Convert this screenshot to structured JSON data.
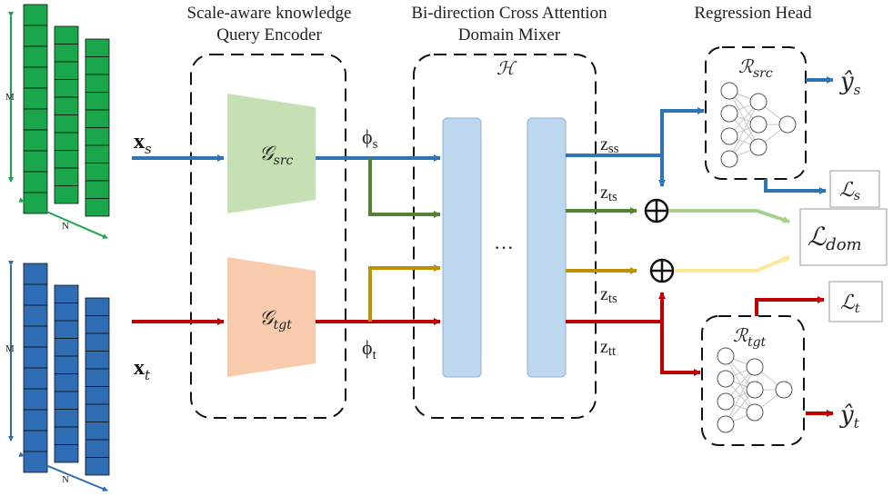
{
  "titles": {
    "encoder_line1": "Scale-aware knowledge",
    "encoder_line2": "Query Encoder",
    "mixer_line1": "Bi-direction Cross Attention",
    "mixer_line2": "Domain Mixer",
    "head": "Regression Head"
  },
  "matrix_labels": {
    "rows": "M",
    "cols": "N"
  },
  "inputs": {
    "src_main": "x",
    "src_sub": "s",
    "tgt_main": "x",
    "tgt_sub": "t"
  },
  "encoders": {
    "src": "𝒢",
    "src_sub": "src",
    "tgt": "𝒢",
    "tgt_sub": "tgt"
  },
  "features": {
    "phi_s": "ϕ",
    "phi_s_sub": "s",
    "phi_t": "ϕ",
    "phi_t_sub": "t"
  },
  "mixer": {
    "symbol": "ℋ",
    "ellipsis": "···"
  },
  "outputs": {
    "z_ss": "z",
    "z_ss_sub": "ss",
    "z_ts_a": "z",
    "z_ts_a_sub": "ts",
    "z_ts_b": "z",
    "z_ts_b_sub": "ts",
    "z_tt": "z",
    "z_tt_sub": "tt"
  },
  "heads": {
    "src": "ℛ",
    "src_sub": "src",
    "tgt": "ℛ",
    "tgt_sub": "tgt"
  },
  "predictions": {
    "y_s": "ŷ",
    "y_s_sub": "s",
    "y_t": "ŷ",
    "y_t_sub": "t"
  },
  "losses": {
    "l_s": "ℒ",
    "l_s_sub": "s",
    "l_dom": "ℒ",
    "l_dom_sub": "dom",
    "l_t": "ℒ",
    "l_t_sub": "t"
  },
  "sum_symbol": "⊕",
  "colors": {
    "source": "#2e75b6",
    "target": "#c00000",
    "src_mix": "#548235",
    "tgt_mix": "#bf9000",
    "src_mix_light": "#a9d18e",
    "tgt_mix_light": "#ffe699",
    "matrix_src": "#1aa64a",
    "matrix_tgt": "#2e6db4",
    "encoder_src": "#c5e0b4",
    "encoder_tgt": "#f8cbad",
    "mixer_block": "#bdd7ee"
  }
}
